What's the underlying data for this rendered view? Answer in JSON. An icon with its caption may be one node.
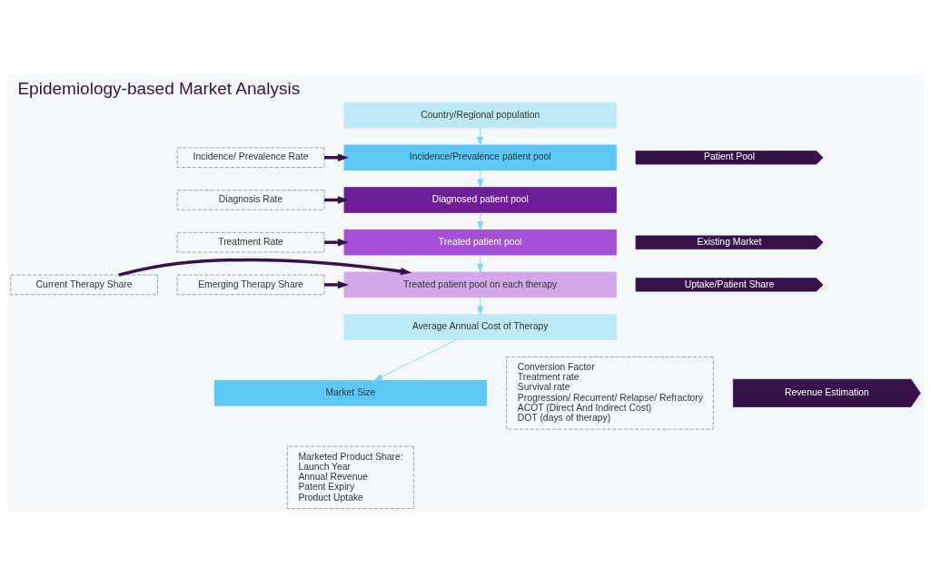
{
  "diagram": {
    "title": "Epidemiology-based Market Analysis",
    "nodes": [
      {
        "text": [
          "Country/Regional population"
        ]
      },
      {
        "text": [
          "Incidence/Prevalence patient pool"
        ]
      },
      {
        "text": [
          "Diagnosed patient pool"
        ]
      },
      {
        "text": [
          "Treated patient pool"
        ]
      },
      {
        "text": [
          "Treated patient pool on each therapy"
        ]
      },
      {
        "text": [
          "Average Annual Cost of Therapy"
        ]
      },
      {
        "text": [
          "Market Size"
        ]
      },
      {
        "text": [
          "Patient Pool"
        ]
      },
      {
        "text": [
          "Existing Market"
        ]
      },
      {
        "text": [
          "Uptake/Patient Share"
        ]
      },
      {
        "text": [
          "Revenue Estimation"
        ]
      },
      {
        "text": [
          "Marketed Product Share:",
          "Launch Year",
          "Annual Revenue",
          "Patent Expiry",
          "Product Uptake"
        ]
      },
      {
        "text": [
          "Incidence/ Prevalence Rate"
        ]
      },
      {
        "text": [
          "Diagnosis Rate"
        ]
      },
      {
        "text": [
          "Treatment Rate"
        ]
      },
      {
        "text": [
          "Current Therapy Share"
        ]
      },
      {
        "text": [
          "Emerging Therapy Share"
        ]
      },
      {
        "text": [
          "Conversion Factor",
          "Treatment rate",
          "Survival rate",
          "Progression/ Recurrent/ Relapse/ Refractory",
          "ACOT (Direct And Indirect Cost)",
          "DOT (days of therapy)"
        ]
      }
    ],
    "edges": [
      {
        "from": 0,
        "to": 1,
        "arrow": "to"
      },
      {
        "from": 1,
        "to": 2,
        "arrow": "to"
      },
      {
        "from": 2,
        "to": 3,
        "arrow": "to"
      },
      {
        "from": 3,
        "to": 4,
        "arrow": "to"
      },
      {
        "from": 4,
        "to": 5,
        "arrow": "to"
      },
      {
        "from": 5,
        "to": 6,
        "arrow": "to"
      },
      {
        "from": 12,
        "to": 1,
        "arrow": "to",
        "style": "thick",
        "color": "#35134a"
      },
      {
        "from": 13,
        "to": 2,
        "arrow": "to",
        "style": "thick",
        "color": "#35134a"
      },
      {
        "from": 14,
        "to": 3,
        "arrow": "to",
        "style": "thick",
        "color": "#35134a"
      },
      {
        "from": 15,
        "to": 4,
        "arrow": "to",
        "style": "thick",
        "color": "#35134a"
      },
      {
        "from": 16,
        "to": 4,
        "arrow": "to",
        "style": "thick",
        "color": "#35134a"
      }
    ]
  }
}
